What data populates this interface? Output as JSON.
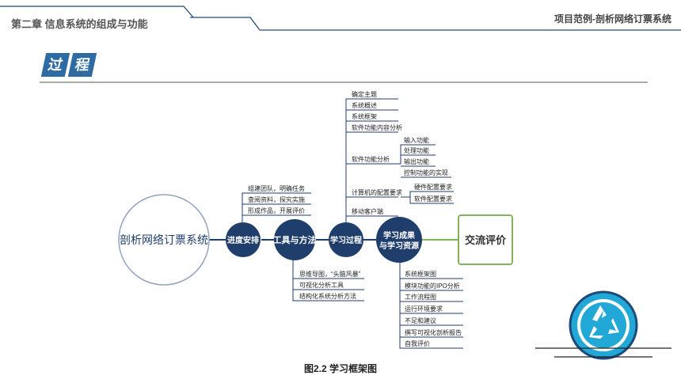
{
  "header": {
    "chapter": "第二章  信息系统的组成与功能",
    "project": "项目范例-剖析网络订票系统"
  },
  "section_badge": [
    "过",
    "程"
  ],
  "diagram": {
    "root": "剖析网络订票系统",
    "nodes": [
      "进度安排",
      "工具与方法",
      "学习过程",
      "学习成果\n与学习资源",
      "交流评价"
    ],
    "schedule_items": [
      "组建团队，明确任务",
      "查阅资料，探究实施",
      "形成作品，开展评价"
    ],
    "tool_items": [
      "思维导图，“头脑风暴”",
      "可视化分析工具",
      "结构化系统分析方法"
    ],
    "process_items": [
      "确定主题",
      "系统概述",
      "系统框架",
      "软件功能内容分析",
      "软件功能分析",
      "计算机的配置要求",
      "移动客户端"
    ],
    "function_items": [
      "输入功能",
      "处理功能",
      "输出功能",
      "控制功能的实现"
    ],
    "config_items": [
      "硬件配置要求",
      "软件配置要求"
    ],
    "outcome_items": [
      "系统框架图",
      "模块功能的IPO分析",
      "工作流程图",
      "运行环境要求",
      "不足和建议",
      "撰写可视化剖析报告",
      "自我评价"
    ]
  },
  "caption": "图2.2 学习框架图",
  "colors": {
    "accent": "#2e6ba2",
    "node": "#1f3e6c",
    "eval": "#82b55b",
    "recycle": "#21a8d6"
  }
}
